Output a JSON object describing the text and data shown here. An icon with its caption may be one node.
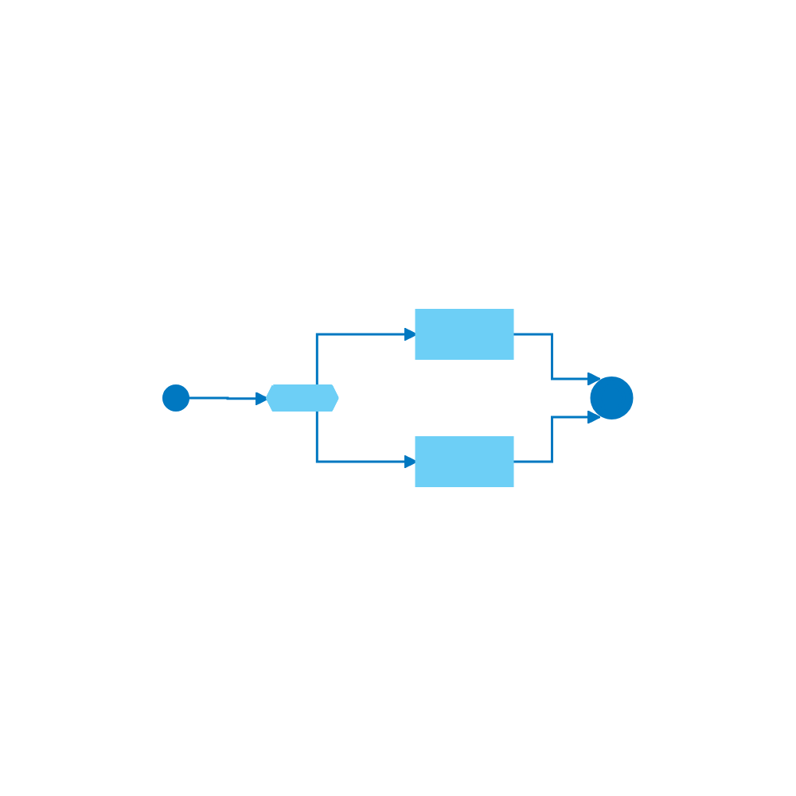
{
  "diagram": {
    "nodes": [
      {
        "text": [],
        "shape": "circle"
      },
      {
        "text": [],
        "shape": "pentagon"
      },
      {
        "text": [],
        "shape": "box"
      },
      {
        "text": [],
        "shape": "box"
      },
      {
        "text": [],
        "shape": "double-circle"
      }
    ],
    "edges": [
      {
        "from": 0,
        "to": 1,
        "arrow": "to"
      },
      {
        "from": 1,
        "to": 2,
        "arrow": "to"
      },
      {
        "from": 1,
        "to": 3,
        "arrow": "to"
      },
      {
        "from": 2,
        "to": 4,
        "arrow": "to"
      },
      {
        "from": 3,
        "to": 4,
        "arrow": "to"
      }
    ]
  }
}
